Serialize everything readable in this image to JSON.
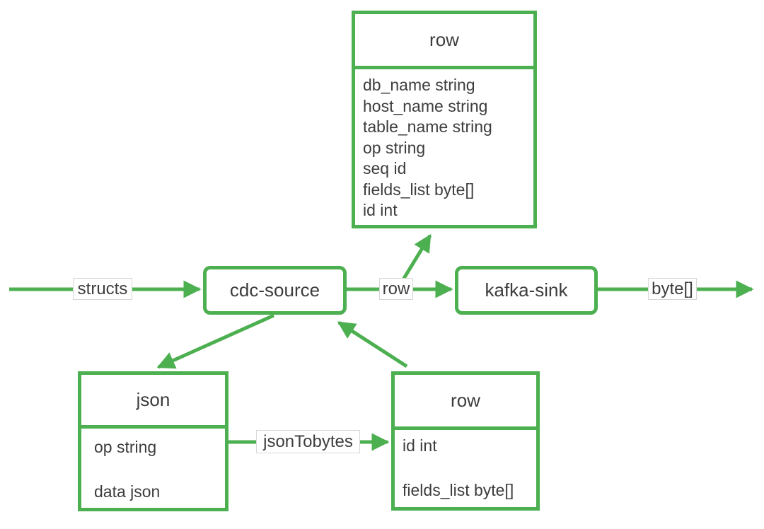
{
  "colors": {
    "accent_green": "#4caf50",
    "text": "#3d3d3d",
    "edge_label_border": "#d7d7d7",
    "background": "#ffffff"
  },
  "nodes": {
    "row_top": {
      "title": "row",
      "fields": [
        "db_name string",
        "host_name string",
        "table_name string",
        "op string",
        "seq id",
        "fields_list byte[]",
        "id int"
      ]
    },
    "cdc_source": {
      "label": "cdc-source"
    },
    "kafka_sink": {
      "label": "kafka-sink"
    },
    "json": {
      "title": "json",
      "fields": [
        "op string",
        "data json"
      ]
    },
    "row_bottom": {
      "title": "row",
      "fields": [
        "id int",
        "fields_list byte[]"
      ]
    }
  },
  "edge_labels": {
    "input": "structs",
    "cdc_to_kafka": "row",
    "output": "byte[]",
    "json_to_row": "jsonTobytes"
  }
}
